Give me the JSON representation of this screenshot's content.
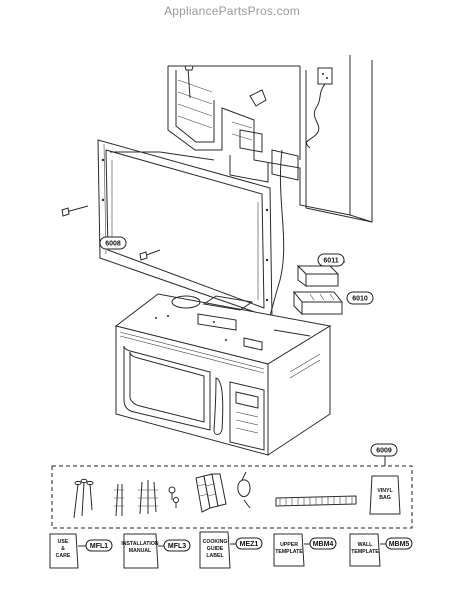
{
  "header": {
    "site": "AppliancePartsPros.com"
  },
  "callouts": {
    "frame": "6008",
    "bracket_top": "6011",
    "bracket_bottom": "6010",
    "kit": "6009"
  },
  "kit_items": {
    "vinyl_bag": [
      "VINYL",
      "BAG"
    ]
  },
  "documents": [
    {
      "lines": [
        "USE",
        "&",
        "CARE"
      ],
      "code": "MFL1"
    },
    {
      "lines": [
        "INSTALLATION",
        "MANUAL"
      ],
      "code": "MFL3"
    },
    {
      "lines": [
        "COOKING",
        "GUIDE",
        "LABEL"
      ],
      "code": "MEZ1"
    },
    {
      "lines": [
        "UPPER",
        "TEMPLATE"
      ],
      "code": "MBM4"
    },
    {
      "lines": [
        "WALL",
        "TEMPLATE"
      ],
      "code": "MBM5"
    }
  ]
}
